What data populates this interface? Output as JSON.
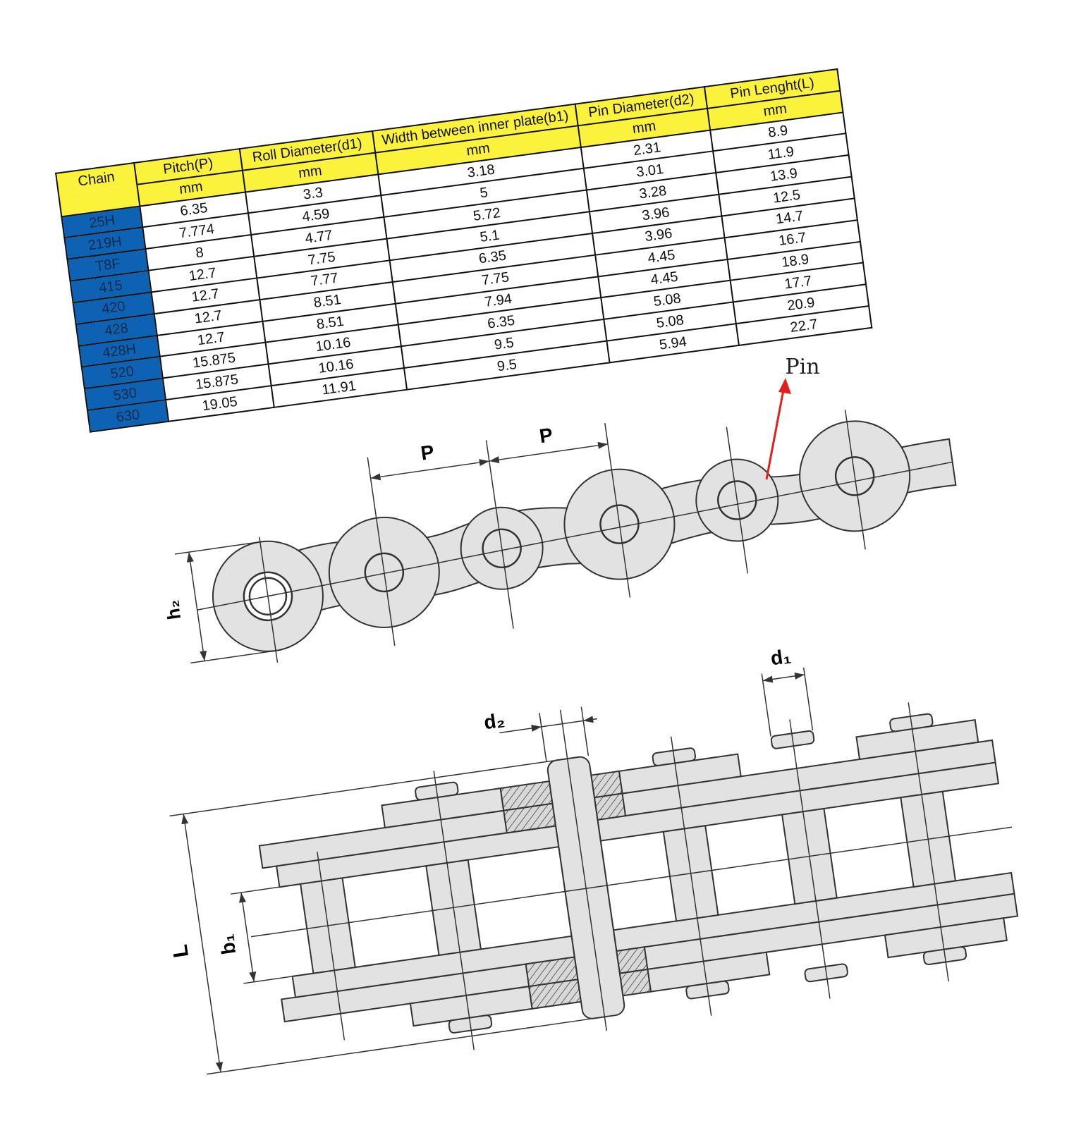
{
  "table": {
    "headers": [
      "Chain",
      "Pitch(P)",
      "Roll Diameter(d1)",
      "Width between inner plate(b1)",
      "Pin Diameter(d2)",
      "Pin Lenght(L)"
    ],
    "unit": "mm",
    "rows": [
      [
        "25H",
        "6.35",
        "3.3",
        "3.18",
        "2.31",
        "8.9"
      ],
      [
        "219H",
        "7.774",
        "4.59",
        "5",
        "3.01",
        "11.9"
      ],
      [
        "T8F",
        "8",
        "4.77",
        "5.72",
        "3.28",
        "13.9"
      ],
      [
        "415",
        "12.7",
        "7.75",
        "5.1",
        "3.96",
        "12.5"
      ],
      [
        "420",
        "12.7",
        "7.77",
        "6.35",
        "3.96",
        "14.7"
      ],
      [
        "428",
        "12.7",
        "8.51",
        "7.75",
        "4.45",
        "16.7"
      ],
      [
        "428H",
        "12.7",
        "8.51",
        "7.94",
        "4.45",
        "18.9"
      ],
      [
        "520",
        "15.875",
        "10.16",
        "6.35",
        "5.08",
        "17.7"
      ],
      [
        "530",
        "15.875",
        "10.16",
        "9.5",
        "5.08",
        "20.9"
      ],
      [
        "630",
        "19.05",
        "11.91",
        "9.5",
        "5.94",
        "22.7"
      ]
    ]
  },
  "diagram": {
    "pin_label": "Pin",
    "pitch_label_1": "P",
    "pitch_label_2": "P",
    "plate_height_label": "h₂",
    "roller_diameter_label": "d₁",
    "pin_diameter_label": "d₂",
    "pin_length_label": "L",
    "inner_width_label": "b₁",
    "pin_arrow_color": "#e0201c"
  }
}
